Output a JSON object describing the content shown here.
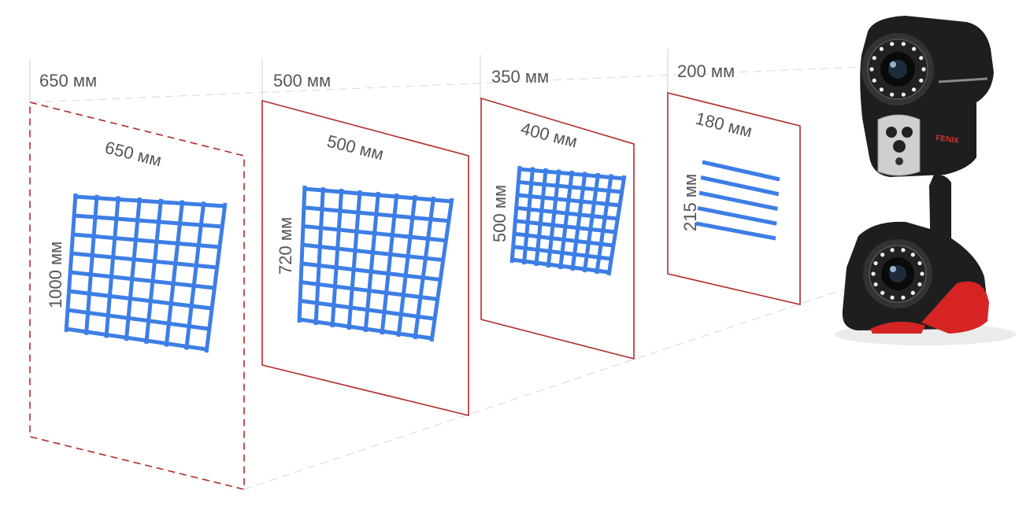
{
  "colors": {
    "frame": "#b22a2a",
    "grid": "#3d7ee6",
    "label": "#555555",
    "scanner_body": "#1e1e1e",
    "scanner_accent": "#d62424"
  },
  "planes": [
    {
      "distance": "650 мм",
      "width": "650 мм",
      "height": "1000 мм",
      "frame_style": "dashed",
      "pattern": "grid"
    },
    {
      "distance": "500 мм",
      "width": "500 мм",
      "height": "720 мм",
      "frame_style": "solid",
      "pattern": "grid"
    },
    {
      "distance": "350 мм",
      "width": "400 мм",
      "height": "500 мм",
      "frame_style": "solid",
      "pattern": "grid"
    },
    {
      "distance": "200 мм",
      "width": "180 мм",
      "height": "215 мм",
      "frame_style": "solid",
      "pattern": "lines"
    }
  ],
  "scanner": {
    "brand": "FENIX",
    "icon": "3d-scanner-icon"
  }
}
